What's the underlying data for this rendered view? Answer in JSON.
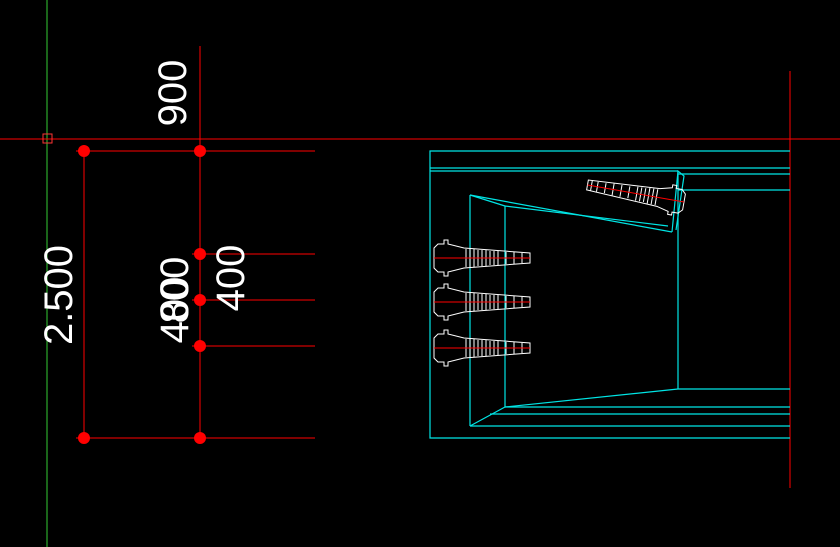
{
  "colors": {
    "background": "#000000",
    "dimension_red": "#ff0000",
    "geometry_cyan": "#00e5e5",
    "axis_green": "#33cc33",
    "anchor_white": "#ffffff",
    "text_white": "#ffffff"
  },
  "dimensions": {
    "overall_height": "2.500",
    "top_offset": "900",
    "segment_a": "400",
    "segment_b": "800",
    "segment_c": "400",
    "segment_d": "400"
  },
  "icons": {
    "grip": "red-circle-grip-icon",
    "ucs_marker": "square-ucs-marker-icon",
    "anchor": "bolt-anchor-icon"
  }
}
